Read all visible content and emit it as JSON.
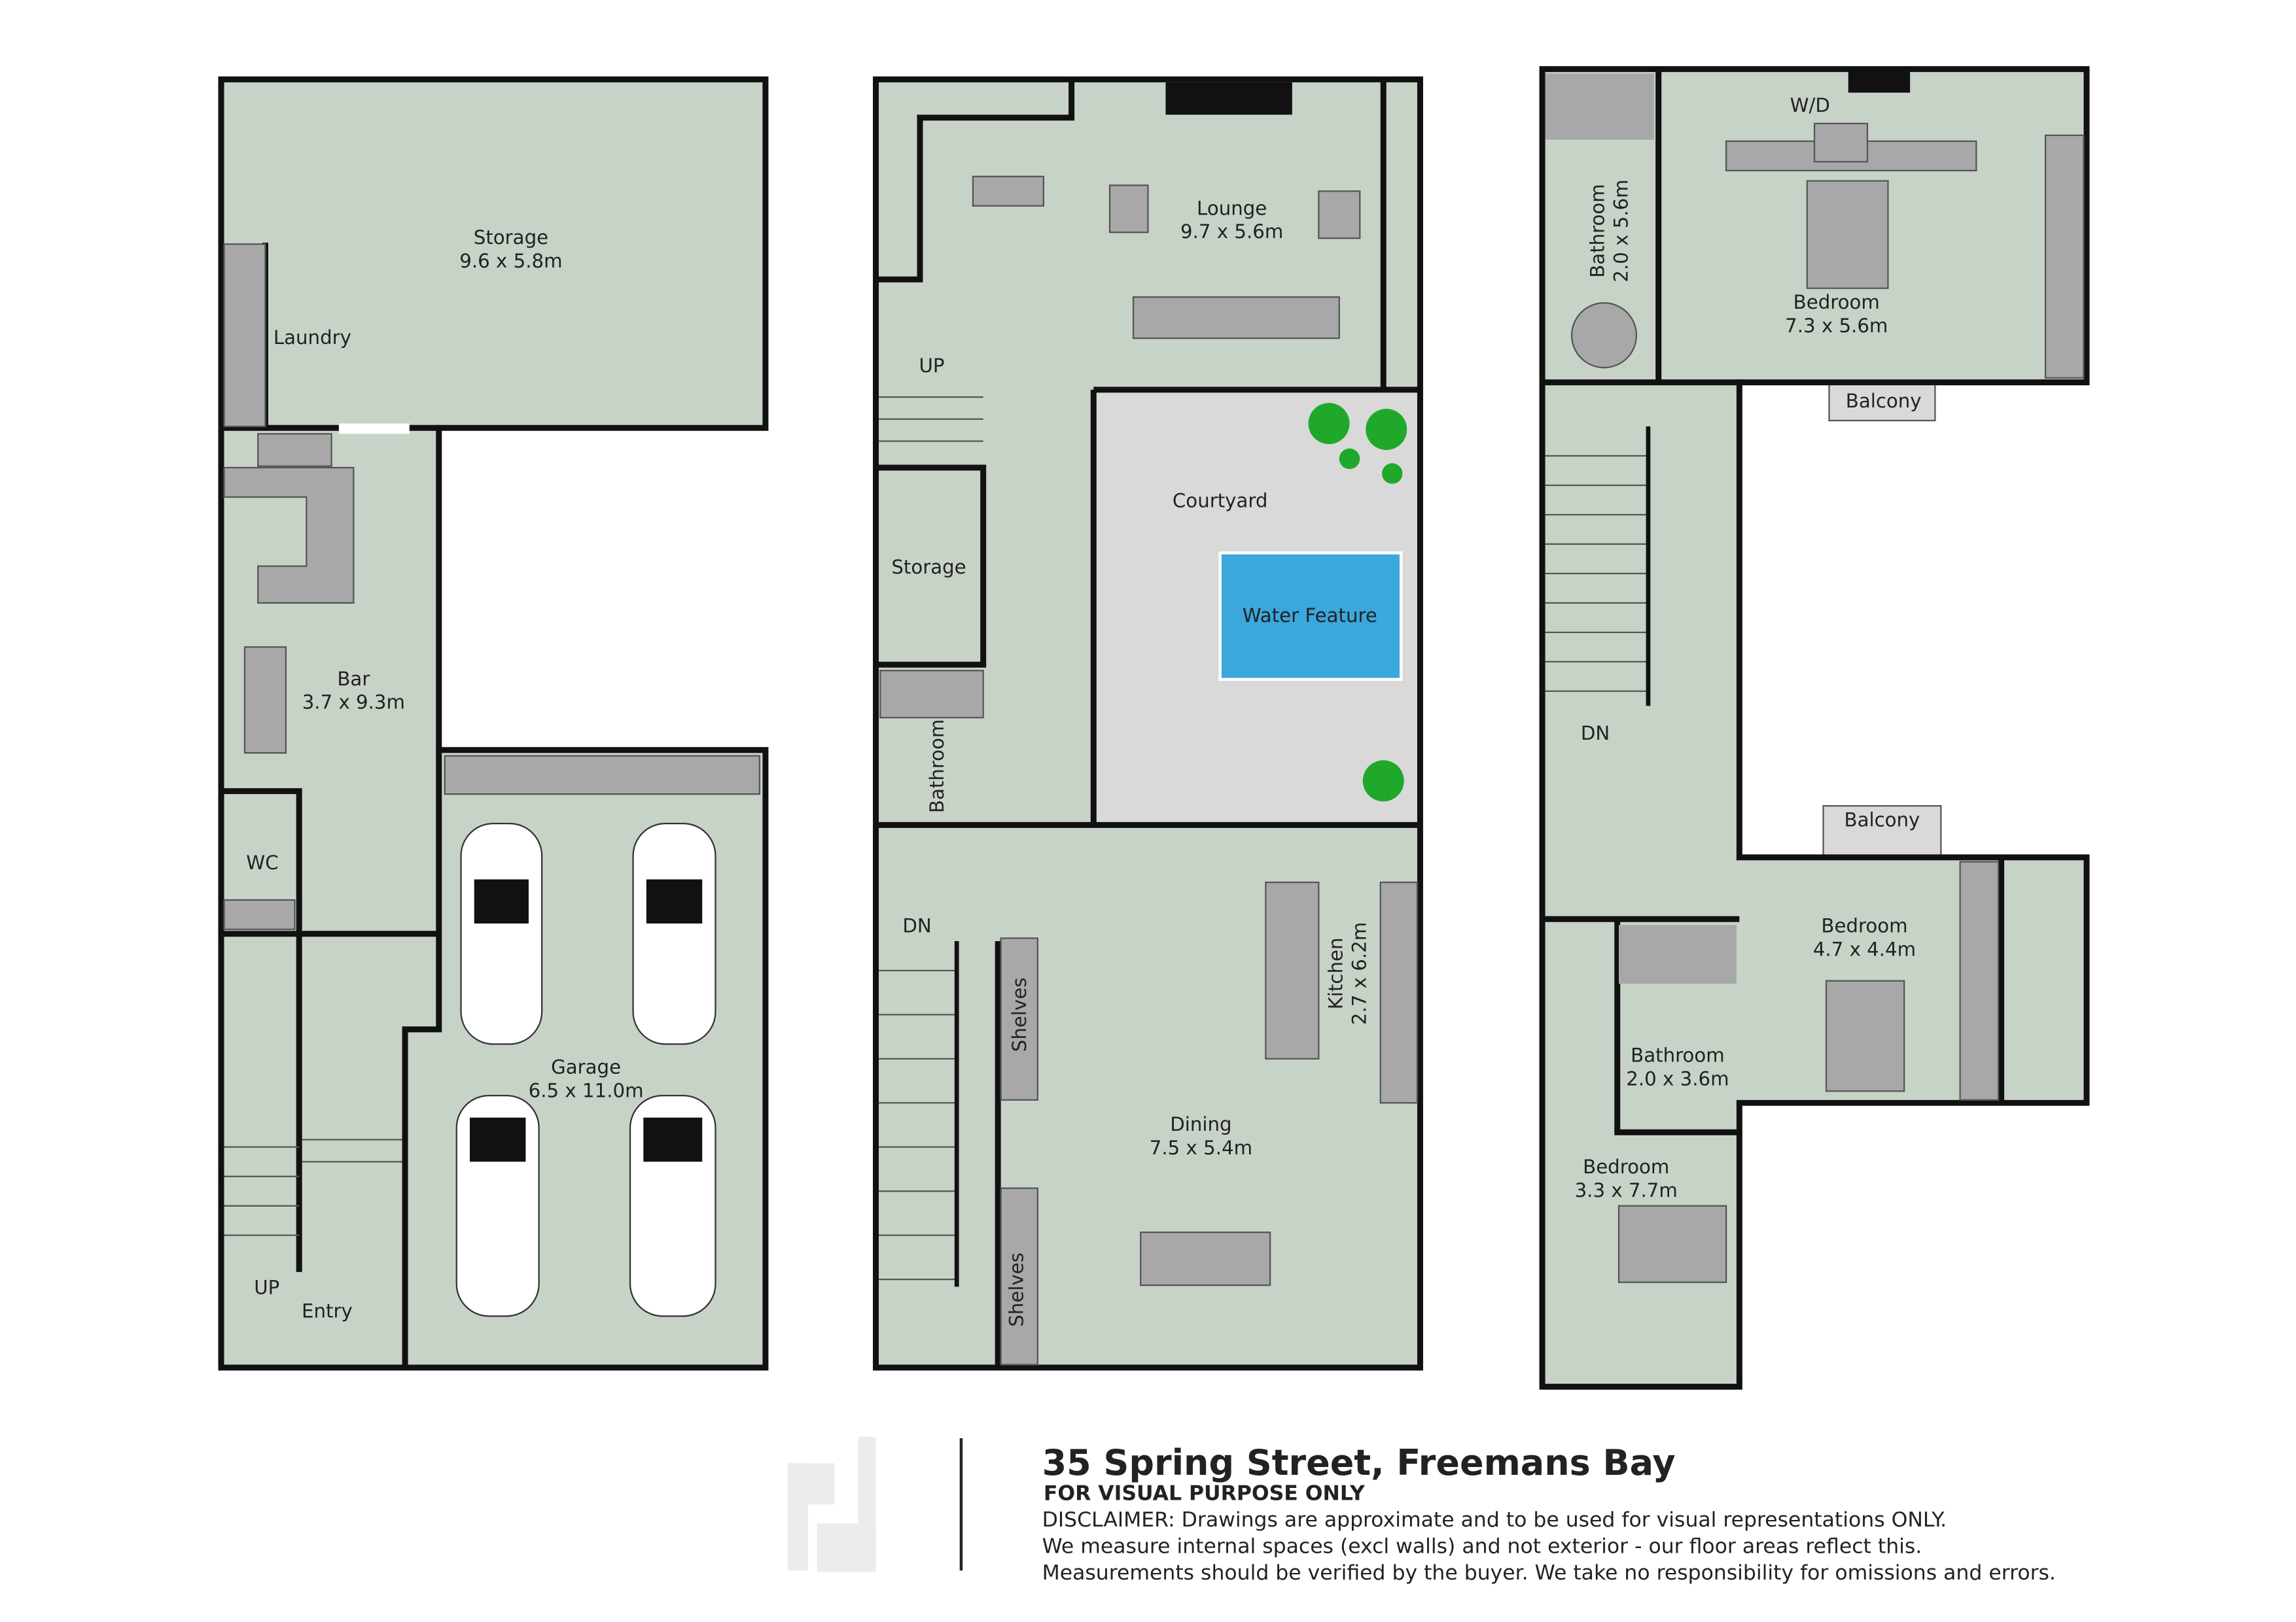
{
  "header": {
    "address": "35 Spring Street, Freemans Bay",
    "subtitle": "FOR VISUAL PURPOSE ONLY",
    "disclaimer": [
      "DISCLAIMER:  Drawings are approximate and to be used for visual representations ONLY.",
      "We measure internal spaces (excl walls) and not exterior - our floor areas reflect this.",
      "Measurements should be verified by the buyer. We take no responsibility for omissions and errors."
    ]
  },
  "colors": {
    "floor": "#c8d3c8",
    "wall": "#111111",
    "fixture": "#a8a8a8",
    "courtyard": "#d9d9d9",
    "water": "#3aa7dd",
    "plant": "#1fa82a"
  },
  "lower_level": {
    "storage": {
      "name": "Storage",
      "size": "9.6 x 5.8m"
    },
    "laundry": {
      "name": "Laundry"
    },
    "bar": {
      "name": "Bar",
      "size": "3.7 x 9.3m"
    },
    "wc": {
      "name": "WC"
    },
    "garage": {
      "name": "Garage",
      "size": "6.5 x 11.0m"
    },
    "entry": {
      "name": "Entry"
    },
    "stairs": "UP"
  },
  "main_level": {
    "lounge": {
      "name": "Lounge",
      "size": "9.7 x 5.6m"
    },
    "courtyard": {
      "name": "Courtyard"
    },
    "water_feature": {
      "name": "Water Feature"
    },
    "storage": {
      "name": "Storage"
    },
    "bathroom": {
      "name": "Bathroom"
    },
    "kitchen": {
      "name": "Kitchen",
      "size": "2.7 x 6.2m"
    },
    "dining": {
      "name": "Dining",
      "size": "7.5 x 5.4m"
    },
    "shelves": "Shelves",
    "stairs_up": "UP",
    "stairs_down": "DN"
  },
  "upper_level": {
    "wd": {
      "name": "W/D"
    },
    "master_bath": {
      "name": "Bathroom",
      "size": "2.0 x 5.6m"
    },
    "master_bed": {
      "name": "Bedroom",
      "size": "7.3 x 5.6m"
    },
    "balcony_1": {
      "name": "Balcony"
    },
    "balcony_2": {
      "name": "Balcony"
    },
    "bedroom_2": {
      "name": "Bedroom",
      "size": "4.7 x 4.4m"
    },
    "bathroom_2": {
      "name": "Bathroom",
      "size": "2.0 x 3.6m"
    },
    "bedroom_3": {
      "name": "Bedroom",
      "size": "3.3 x 7.7m"
    },
    "stairs": "DN"
  }
}
